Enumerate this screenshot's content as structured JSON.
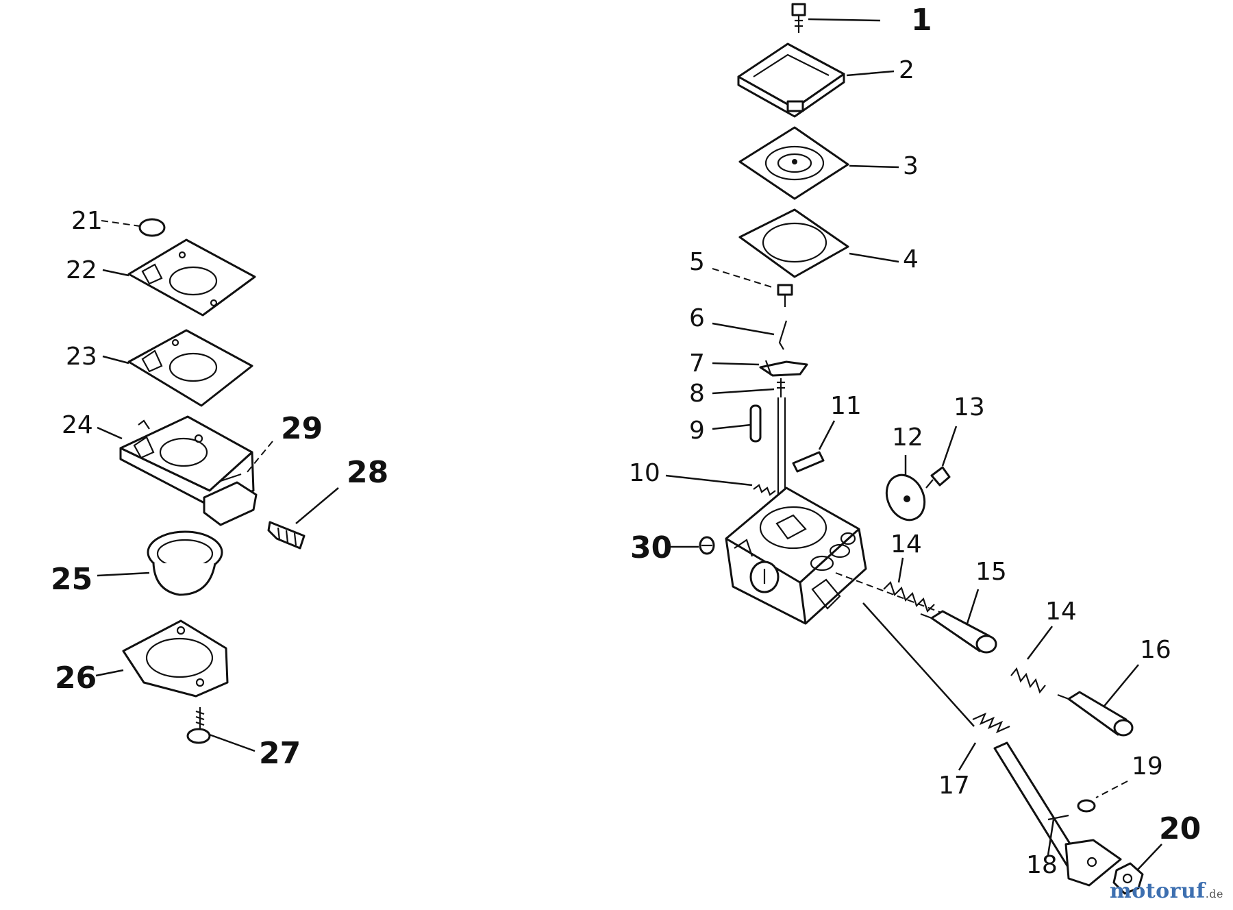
{
  "callouts": {
    "c1": "1",
    "c2": "2",
    "c3": "3",
    "c4": "4",
    "c5": "5",
    "c6": "6",
    "c7": "7",
    "c8": "8",
    "c9": "9",
    "c10": "10",
    "c11": "11",
    "c12": "12",
    "c13": "13",
    "c14a": "14",
    "c14b": "14",
    "c15": "15",
    "c16": "16",
    "c17": "17",
    "c18": "18",
    "c19": "19",
    "c20": "20",
    "c21": "21",
    "c22": "22",
    "c23": "23",
    "c24": "24",
    "c25": "25",
    "c26": "26",
    "c27": "27",
    "c28": "28",
    "c29": "29",
    "c30": "30"
  },
  "watermark": {
    "brand": "motoruf",
    "tld": ".de",
    "color_a": "#3d6fb0",
    "color_b": "#e07a1f"
  }
}
